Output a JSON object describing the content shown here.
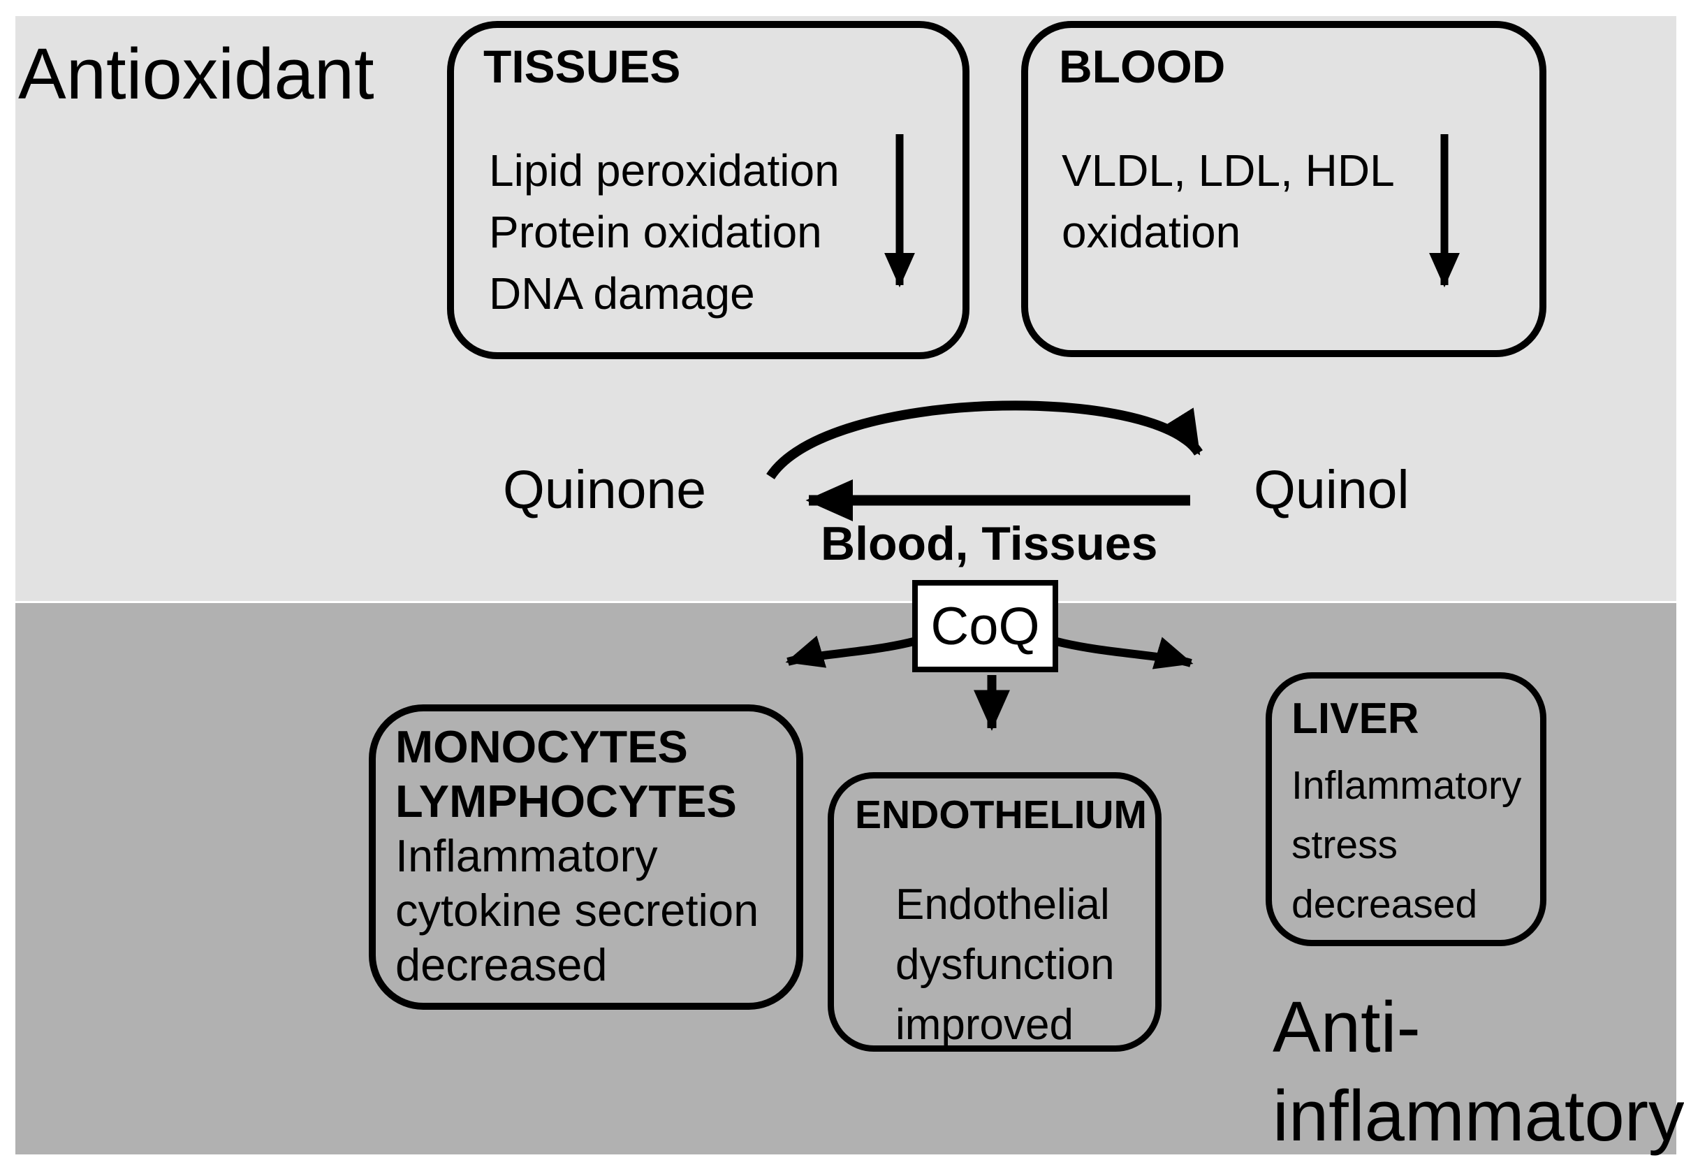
{
  "colors": {
    "band_top": "#e2e2e2",
    "band_bottom": "#b1b1b1",
    "outline": "#000000",
    "coq_bg": "#ffffff"
  },
  "sections": {
    "top_label": "Antioxidant",
    "bottom_label_line1": "Anti-",
    "bottom_label_line2": "inflammatory"
  },
  "boxes": {
    "tissues": {
      "title": "TISSUES",
      "lines": [
        "Lipid peroxidation",
        "Protein oxidation",
        "DNA damage"
      ],
      "arrow_meaning": "decreased"
    },
    "blood": {
      "title": "BLOOD",
      "lines": [
        "VLDL, LDL, HDL",
        "oxidation"
      ],
      "arrow_meaning": "decreased"
    },
    "monocytes": {
      "title_line1": "MONOCYTES",
      "title_line2": "LYMPHOCYTES",
      "lines": [
        "Inflammatory",
        "cytokine secretion",
        "decreased"
      ]
    },
    "endothelium": {
      "title": "ENDOTHELIUM",
      "lines": [
        "Endothelial",
        "dysfunction",
        "improved"
      ]
    },
    "liver": {
      "title": "LIVER",
      "lines": [
        "Inflammatory",
        "stress",
        "decreased"
      ]
    }
  },
  "cycle": {
    "left_species": "Quinone",
    "right_species": "Quinol",
    "context_label": "Blood, Tissues",
    "central_compound": "CoQ"
  }
}
